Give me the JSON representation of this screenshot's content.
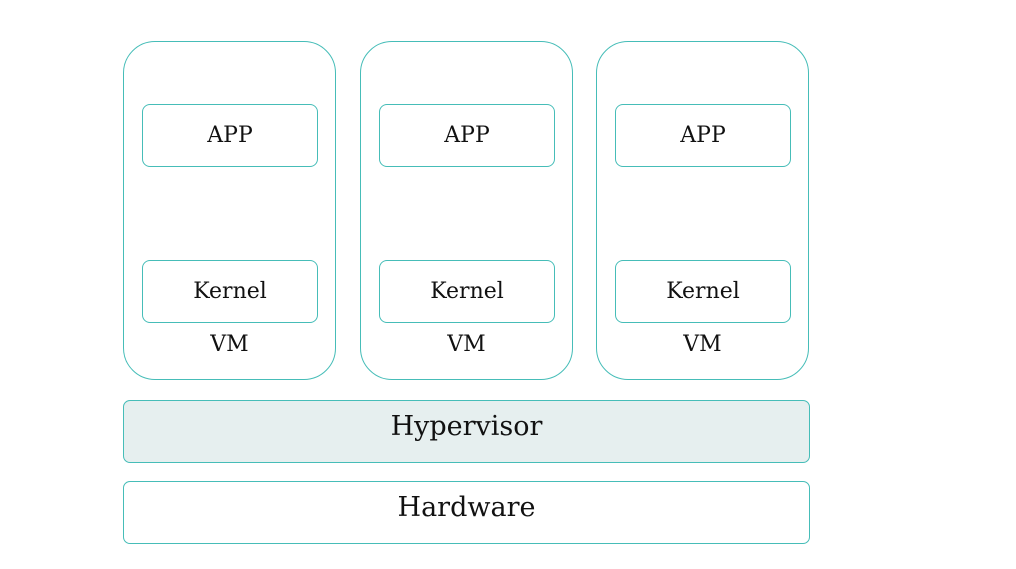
{
  "colors": {
    "stroke": "#46bdb8",
    "hypervisor_fill": "#e6efef"
  },
  "vms": [
    {
      "app": "APP",
      "kernel": "Kernel",
      "label": "VM"
    },
    {
      "app": "APP",
      "kernel": "Kernel",
      "label": "VM"
    },
    {
      "app": "APP",
      "kernel": "Kernel",
      "label": "VM"
    }
  ],
  "hypervisor": "Hypervisor",
  "hardware": "Hardware"
}
